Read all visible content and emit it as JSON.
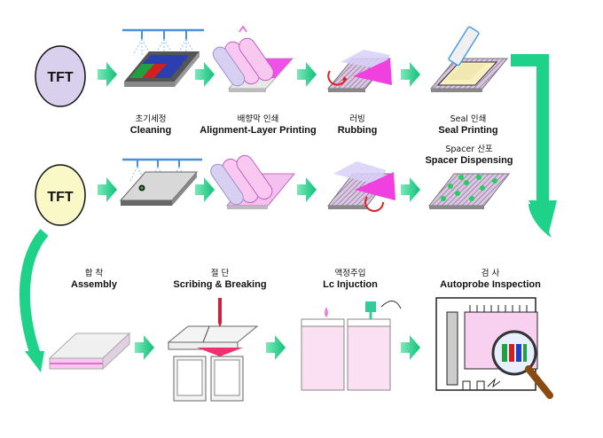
{
  "tft_top": "TFT",
  "tft_bottom": "TFT",
  "steps": {
    "cleaning": {
      "ko": "초기세정",
      "en": "Cleaning"
    },
    "alignment": {
      "ko": "배향막 인쇄",
      "en": "Alignment-Layer Printing"
    },
    "rubbing": {
      "ko": "러빙",
      "en": "Rubbing"
    },
    "seal": {
      "ko": "Seal 인쇄",
      "en": "Seal Printing"
    },
    "spacer": {
      "ko": "Spacer 산포",
      "en": "Spacer Dispensing"
    },
    "assembly": {
      "ko": "합 착",
      "en": "Assembly"
    },
    "scribing": {
      "ko": "절 단",
      "en": "Scribing & Breaking"
    },
    "lc": {
      "ko": "액정주입",
      "en": "Lc Injuction"
    },
    "autoprobe": {
      "ko": "검 사",
      "en": "Autoprobe Inspection"
    }
  },
  "colors": {
    "arrow": "#1ed389",
    "tft_top_fill": "#d9d0ee",
    "tft_bottom_fill": "#fbf8c8",
    "pink": "#f088e8",
    "glass": "#e9e9e9"
  }
}
